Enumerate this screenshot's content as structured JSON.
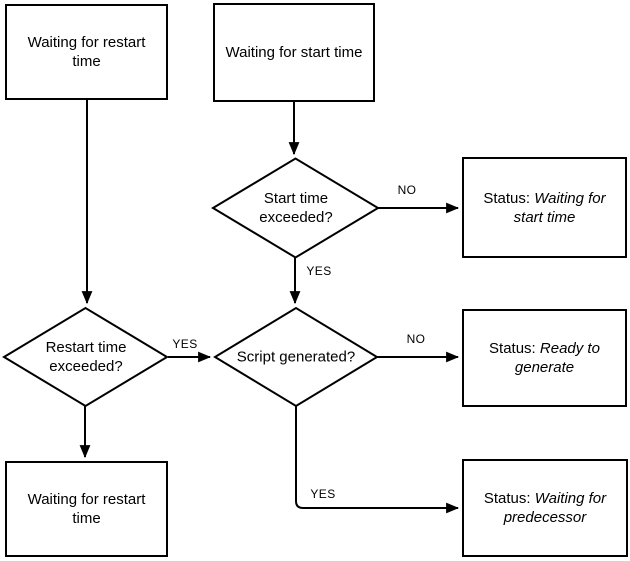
{
  "diagram": {
    "background_color": "#ffffff",
    "stroke_color": "#000000",
    "nodes": {
      "waiting_restart_top": {
        "type": "process",
        "label": "Waiting for restart time"
      },
      "waiting_start": {
        "type": "process",
        "label": "Waiting for start time"
      },
      "start_exceeded": {
        "type": "decision",
        "label": "Start time exceeded?"
      },
      "restart_exceeded": {
        "type": "decision",
        "label": "Restart time exceeded?"
      },
      "script_generated": {
        "type": "decision",
        "label": "Script generated?"
      },
      "waiting_restart_bottom": {
        "type": "process",
        "label": "Waiting for restart time"
      },
      "status_waiting_start": {
        "type": "status",
        "prefix": "Status:",
        "value": "Waiting for start time"
      },
      "status_ready_generate": {
        "type": "status",
        "prefix": "Status:",
        "value": "Ready to generate"
      },
      "status_waiting_predecessor": {
        "type": "status",
        "prefix": "Status:",
        "value": "Waiting for predecessor"
      }
    },
    "edges": [
      {
        "from": "waiting_restart_top",
        "to": "restart_exceeded",
        "label": ""
      },
      {
        "from": "waiting_start",
        "to": "start_exceeded",
        "label": ""
      },
      {
        "from": "start_exceeded",
        "to": "status_waiting_start",
        "label": "NO"
      },
      {
        "from": "start_exceeded",
        "to": "script_generated",
        "label": "YES"
      },
      {
        "from": "restart_exceeded",
        "to": "script_generated",
        "label": "YES"
      },
      {
        "from": "script_generated",
        "to": "status_ready_generate",
        "label": "NO"
      },
      {
        "from": "script_generated",
        "to": "status_waiting_predecessor",
        "label": "YES"
      },
      {
        "from": "restart_exceeded",
        "to": "waiting_restart_bottom",
        "label": ""
      }
    ]
  }
}
